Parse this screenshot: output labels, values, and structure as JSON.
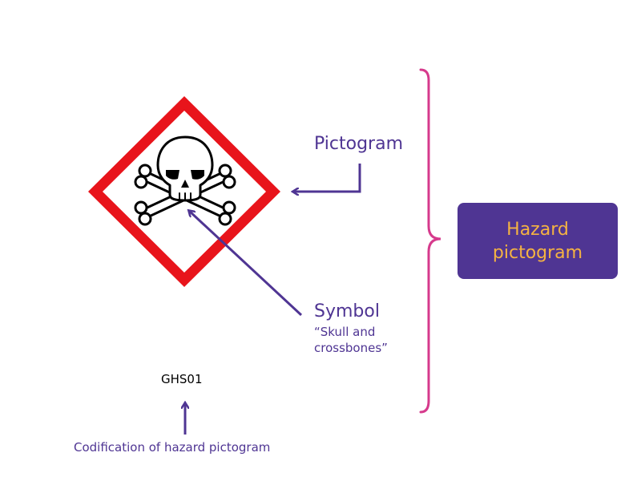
{
  "labels": {
    "pictogram": "Pictogram",
    "symbol": "Symbol",
    "symbol_caption": "“Skull and crossbones”",
    "code": "GHS01",
    "codification": "Codification of hazard pictogram"
  },
  "hazard_box": {
    "text": "Hazard pictogram"
  },
  "colors": {
    "diamond_border": "#e8141b",
    "accent_purple": "#4f3593",
    "brace_pink": "#d63a8c",
    "box_text": "#f5b342"
  },
  "icons": [
    "skull-and-crossbones-icon"
  ]
}
